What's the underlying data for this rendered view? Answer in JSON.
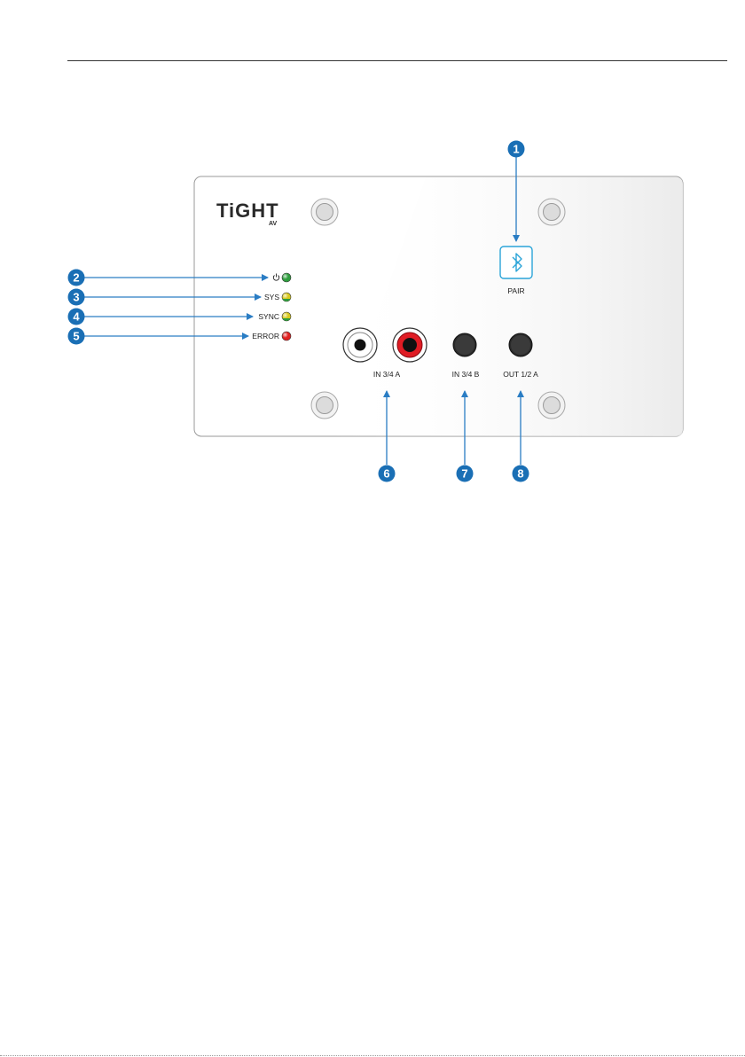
{
  "logo": {
    "main": "TiGHT",
    "sub": "AV"
  },
  "bluetooth": {
    "label": "PAIR",
    "icon": "bluetooth-icon"
  },
  "leds": [
    {
      "label": "",
      "icon": "power-icon",
      "color": "#2e9e3e"
    },
    {
      "label": "SYS",
      "color": "#d8c81e"
    },
    {
      "label": "SYNC",
      "color": "#d8c81e"
    },
    {
      "label": "ERROR",
      "color": "#e02020"
    }
  ],
  "jacks": {
    "in34a": "IN 3/4 A",
    "in34b": "IN 3/4 B",
    "out12a": "OUT 1/2 A"
  },
  "callouts": [
    "1",
    "2",
    "3",
    "4",
    "5",
    "6",
    "7",
    "8"
  ],
  "colors": {
    "callout": "#1a6fb5",
    "arrow": "#2a7dc4",
    "bluetooth": "#2aa4d8"
  }
}
